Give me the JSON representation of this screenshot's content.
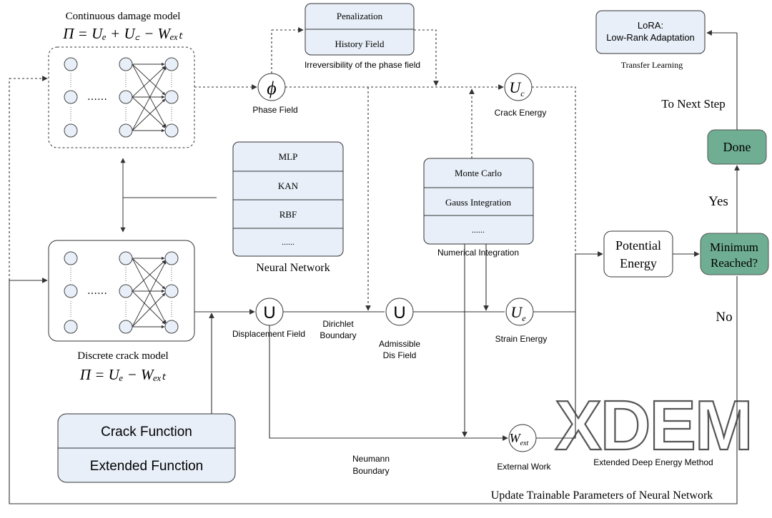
{
  "continuous_model": {
    "title": "Continuous damage model",
    "formula": "Π = Uₑ + U꜀ − Wₑₓₜ",
    "dots": "……"
  },
  "discrete_model": {
    "title": "Discrete crack model",
    "formula": "Π = Uₑ − Wₑₓₜ",
    "dots": "……"
  },
  "irreversibility": {
    "items": [
      "Penalization",
      "History Field"
    ],
    "caption": "Irreversibility of the phase field"
  },
  "lora": {
    "line1": "LoRA:",
    "line2": "Low-Rank Adaptation",
    "caption": "Transfer Learning"
  },
  "neural_network": {
    "items": [
      "MLP",
      "KAN",
      "RBF",
      "......"
    ],
    "caption": "Neural Network"
  },
  "numerical_integration": {
    "items": [
      "Monte Carlo",
      "Gauss Integration",
      "......"
    ],
    "caption": "Numerical Integration"
  },
  "nodes": {
    "phase_field": {
      "symbol": "ϕ",
      "label": "Phase Field"
    },
    "crack_energy": {
      "symbol": "U",
      "sub": "c",
      "label": "Crack Energy"
    },
    "displacement": {
      "symbol": "U",
      "label": "Displacement Field"
    },
    "admissible": {
      "symbol": "U",
      "label_line1": "Admissible",
      "label_line2": "Dis Field"
    },
    "strain_energy": {
      "symbol": "U",
      "sub": "e",
      "label": "Strain Energy"
    },
    "external_work": {
      "symbol": "W",
      "sub": "ext",
      "label": "External Work"
    }
  },
  "edge_labels": {
    "dirichlet_line1": "Dirichlet",
    "dirichlet_line2": "Boundary",
    "neumann_line1": "Neumann",
    "neumann_line2": "Boundary"
  },
  "crack_function_box": {
    "items": [
      "Crack Function",
      "Extended Function"
    ]
  },
  "potential_energy": {
    "line1": "Potential",
    "line2": "Energy"
  },
  "decision": {
    "line1": "Minimum",
    "line2": "Reached?",
    "yes": "Yes",
    "no": "No"
  },
  "done": {
    "label": "Done"
  },
  "to_next_step": "To Next Step",
  "xdem": {
    "logo": "XDEM",
    "caption": "Extended Deep Energy Method"
  },
  "update_label": "Update Trainable Parameters of Neural Network",
  "colors": {
    "box_fill": "#e8eff8",
    "green": "#6fae92",
    "line": "#333333"
  }
}
